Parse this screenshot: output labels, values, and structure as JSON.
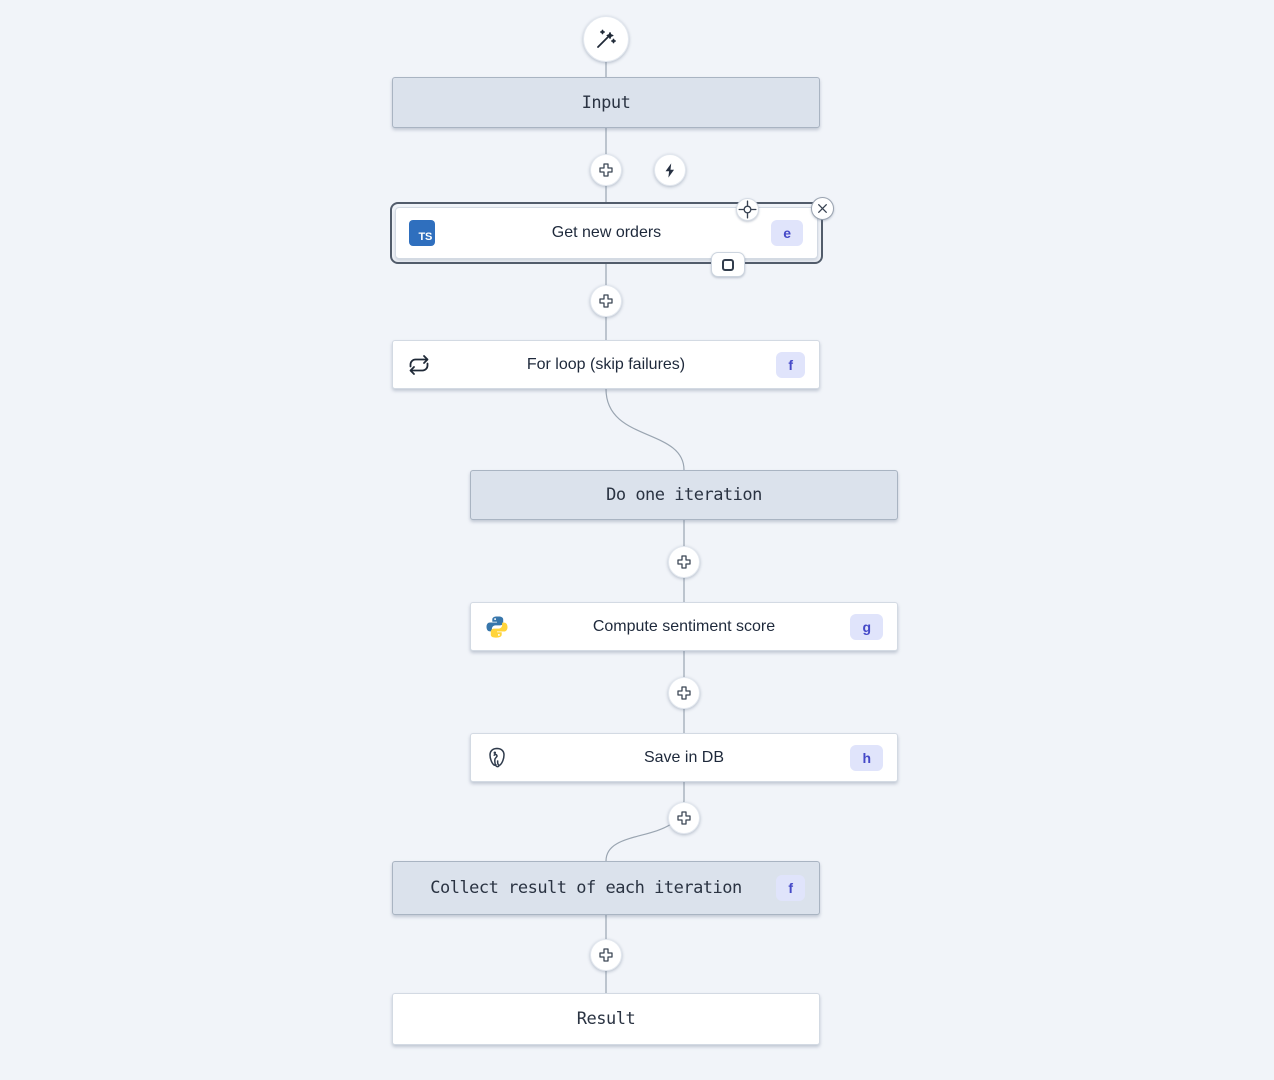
{
  "colors": {
    "canvas_bg": "#f1f4f9",
    "node_fill_gray": "#dbe2ec",
    "node_border_gray": "#a9b4c2",
    "node_fill_white": "#ffffff",
    "node_border_white": "#d3dae3",
    "selected_outline": "#525c6b",
    "badge_bg": "#e0e4fb",
    "badge_text": "#4549c8",
    "connector": "#9aa5b1",
    "ts_blue": "#2f6fbe",
    "python_blue": "#3776ab",
    "python_yellow": "#ffd43b"
  },
  "nodes": {
    "input": {
      "label": "Input"
    },
    "get_new_orders": {
      "label": "Get new orders",
      "badge": "e"
    },
    "for_loop": {
      "label": "For loop (skip failures)",
      "badge": "f"
    },
    "do_one_iteration": {
      "label": "Do one iteration"
    },
    "compute_sentiment": {
      "label": "Compute sentiment score",
      "badge": "g"
    },
    "save_in_db": {
      "label": "Save in DB",
      "badge": "h"
    },
    "collect_result": {
      "label": "Collect result of each iteration",
      "badge": "f"
    },
    "result": {
      "label": "Result"
    }
  },
  "icons": {
    "ts_label": "TS"
  }
}
